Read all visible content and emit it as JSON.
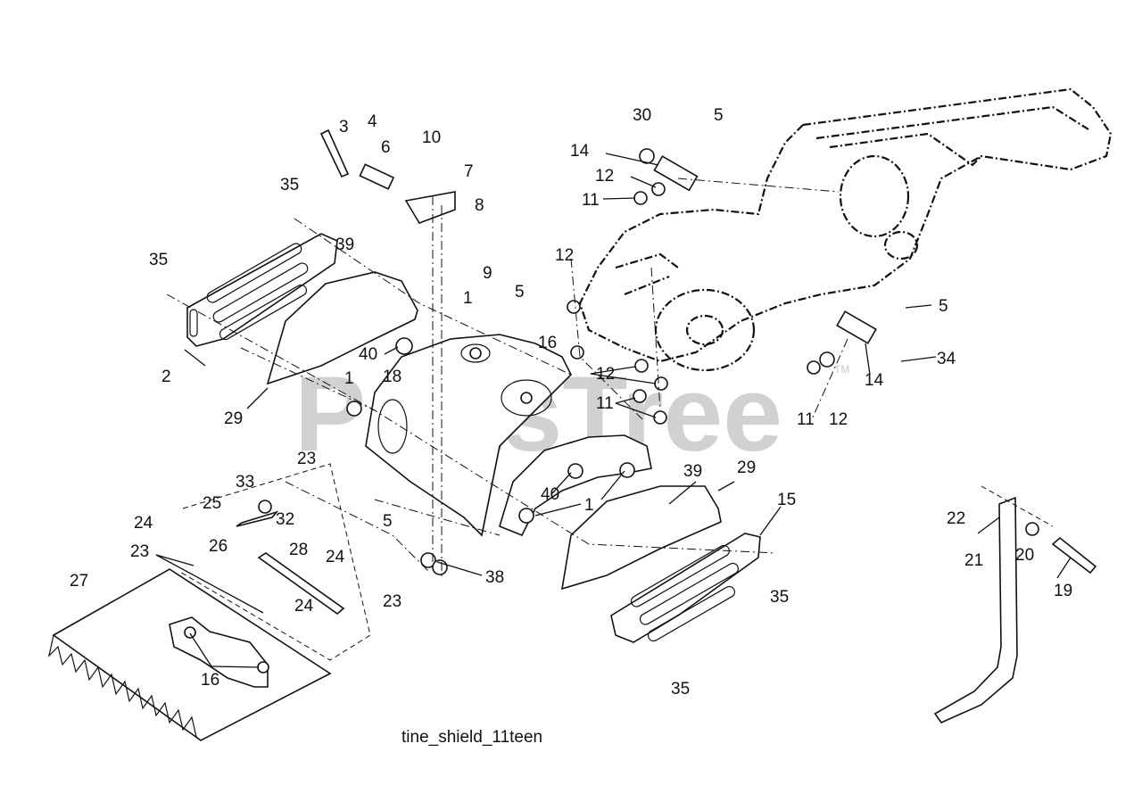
{
  "watermark": "PartsTree",
  "watermark_tm": "TM",
  "caption": "tine_shield_11teen",
  "labels": [
    "30",
    "5",
    "14",
    "12",
    "11",
    "3",
    "4",
    "6",
    "10",
    "7",
    "8",
    "35",
    "39",
    "35",
    "2",
    "29",
    "40",
    "1",
    "18",
    "1",
    "9",
    "5",
    "16",
    "12",
    "12",
    "11",
    "5",
    "34",
    "11",
    "12",
    "14",
    "23",
    "33",
    "32",
    "25",
    "24",
    "26",
    "28",
    "23",
    "27",
    "24",
    "24",
    "23",
    "16",
    "38",
    "5",
    "40",
    "1",
    "39",
    "29",
    "15",
    "35",
    "35",
    "22",
    "21",
    "20",
    "19"
  ]
}
